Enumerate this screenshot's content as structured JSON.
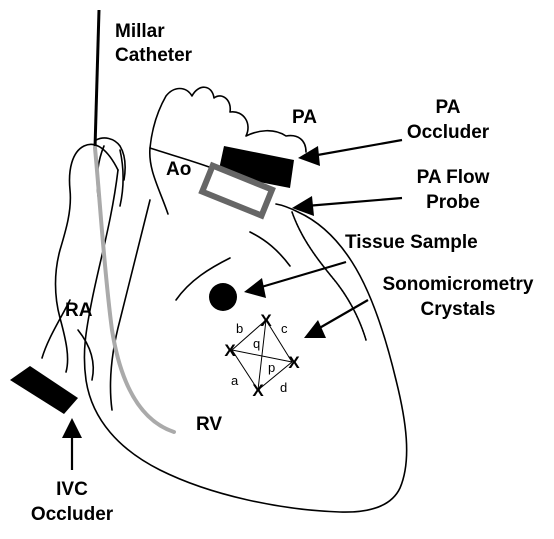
{
  "labels": {
    "millar": [
      "Millar",
      "Catheter"
    ],
    "pa": "PA",
    "pa_occluder": [
      "PA",
      "Occluder"
    ],
    "pa_flow_probe": [
      "PA Flow",
      "Probe"
    ],
    "ao": "Ao",
    "tissue_sample": "Tissue Sample",
    "sonomicrometry": [
      "Sonomicrometry",
      "Crystals"
    ],
    "ra": "RA",
    "rv": "RV",
    "ivc_occluder": [
      "IVC",
      "Occluder"
    ]
  },
  "crystals": {
    "marker": "X",
    "segments": {
      "a": "a",
      "b": "b",
      "c": "c",
      "d": "d",
      "p": "p",
      "q": "q"
    }
  },
  "colors": {
    "outline": "#000000",
    "catheter_gray": "#aaaaaa",
    "probe_gray": "#666666",
    "fill": "#ffffff"
  }
}
